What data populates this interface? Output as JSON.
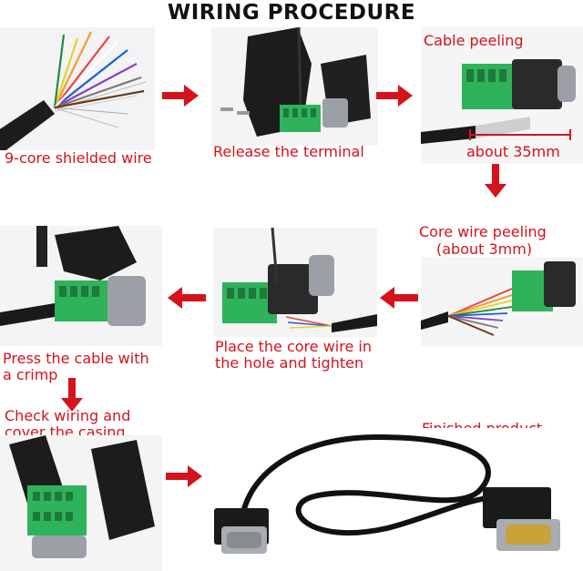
{
  "title": "WIRING PROCEDURE",
  "steps": [
    {
      "label": "9-core shielded wire"
    },
    {
      "label": "Release the terminal"
    },
    {
      "label": "Cable peeling",
      "measure": "about 35mm"
    },
    {
      "label": "Core wire peeling",
      "sub": "(about 3mm)"
    },
    {
      "label": "Place the core wire in",
      "line2": "the hole and tighten"
    },
    {
      "label": "Press the cable with",
      "line2": "a crimp"
    },
    {
      "label": "Check wiring and",
      "line2": "cover the casing"
    },
    {
      "label": "Finished product"
    }
  ],
  "colors": {
    "label": "#d4131b",
    "arrow": "#d4131b",
    "terminal": "#2fb35a"
  }
}
